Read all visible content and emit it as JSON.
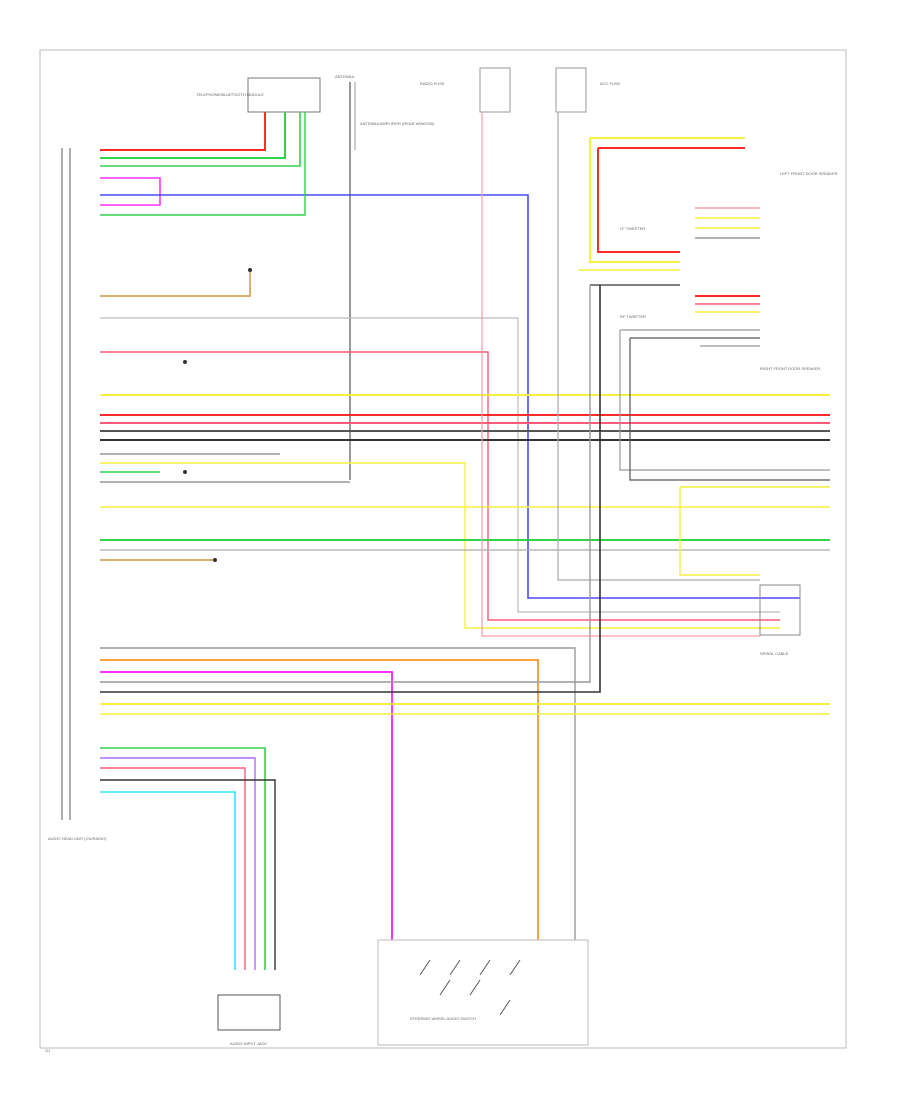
{
  "components": {
    "audio_head_unit": "AUDIO HEAD UNIT (CD/RADIO)",
    "telephone_module": "TELEPHONE/BLUETOOTH MODULE",
    "antenna": "ANTENNA",
    "antenna_amp": "ANTENNA AMPLIFIER (REAR WINDOW)",
    "radio_fuse": "RADIO FUSE",
    "acc_fuse": "ACC FUSE",
    "left_door_speaker": "LEFT FRONT DOOR SPEAKER",
    "right_door_speaker": "RIGHT FRONT DOOR SPEAKER",
    "left_tweeter": "LF TWEETER",
    "right_tweeter": "RF TWEETER",
    "steering_switch": "STEERING WHEEL AUDIO SWITCH",
    "audio_input_jack": "AUDIO INPUT JACK",
    "spiral_cable": "SPIRAL CABLE",
    "ground": "G1"
  },
  "wire_colors": {
    "pink": "#ff5a7a",
    "red": "#ff2a2a",
    "green": "#32d24a",
    "blue": "#4a4aff",
    "magenta": "#ff33ff",
    "tan": "#d9b070",
    "orange": "#ffa040",
    "yellow": "#f7f040",
    "gray": "#999999",
    "black": "#333333",
    "cyan": "#33e5ff",
    "violet": "#b06cff"
  }
}
